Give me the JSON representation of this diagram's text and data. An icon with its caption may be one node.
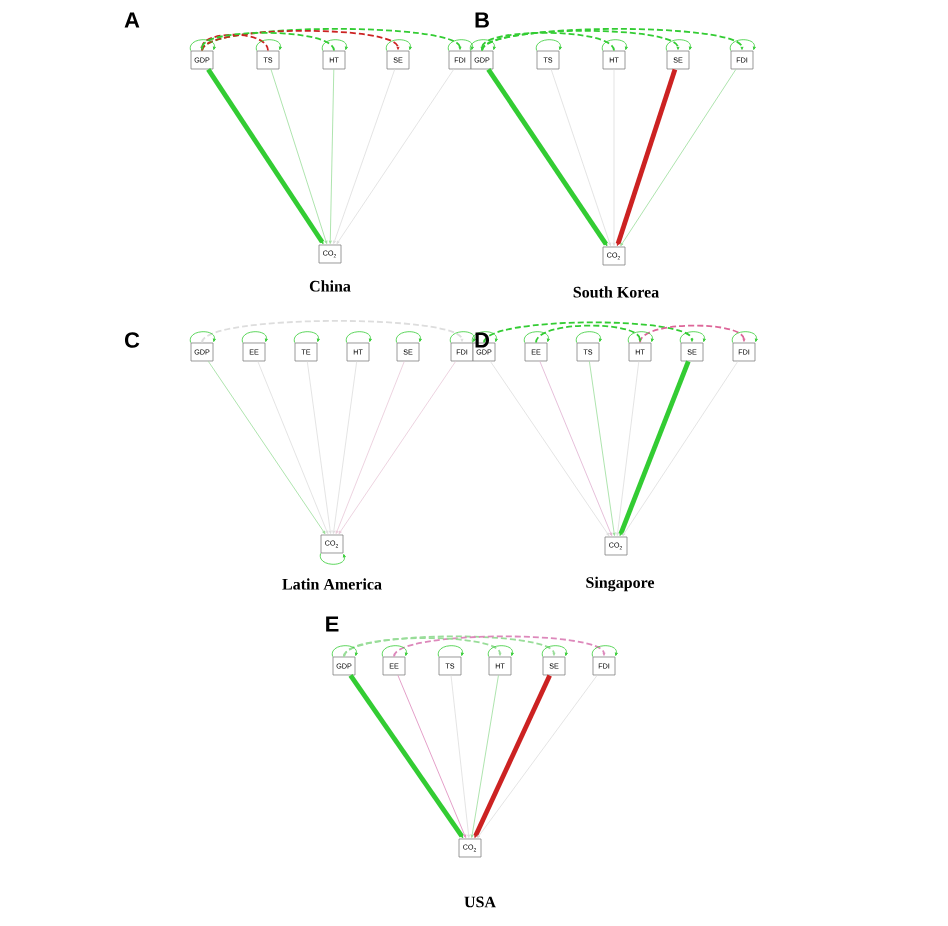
{
  "diagram": {
    "nodes": [
      {
        "text": [
          "GDP"
        ]
      },
      {
        "text": [
          "TS"
        ]
      },
      {
        "text": [
          "HT"
        ]
      },
      {
        "text": [
          "SE"
        ]
      },
      {
        "text": [
          "FDI"
        ]
      },
      {
        "text": [
          "CO$_{2}$"
        ]
      },
      {
        "text": [
          "GDP"
        ]
      },
      {
        "text": [
          "TS"
        ]
      },
      {
        "text": [
          "HT"
        ]
      },
      {
        "text": [
          "SE"
        ]
      },
      {
        "text": [
          "FDI"
        ]
      },
      {
        "text": [
          "CO$_{2}$"
        ]
      },
      {
        "text": [
          "GDP"
        ]
      },
      {
        "text": [
          "EE"
        ]
      },
      {
        "text": [
          "TE"
        ]
      },
      {
        "text": [
          "HT"
        ]
      },
      {
        "text": [
          "SE"
        ]
      },
      {
        "text": [
          "FDI"
        ]
      },
      {
        "text": [
          "CO$_{2}$"
        ]
      },
      {
        "text": [
          "GDP"
        ]
      },
      {
        "text": [
          "EE"
        ]
      },
      {
        "text": [
          "TS"
        ]
      },
      {
        "text": [
          "HT"
        ]
      },
      {
        "text": [
          "SE"
        ]
      },
      {
        "text": [
          "FDI"
        ]
      },
      {
        "text": [
          "CO$_{2}$"
        ]
      },
      {
        "text": [
          "GDP"
        ]
      },
      {
        "text": [
          "EE"
        ]
      },
      {
        "text": [
          "TS"
        ]
      },
      {
        "text": [
          "HT"
        ]
      },
      {
        "text": [
          "SE"
        ]
      },
      {
        "text": [
          "FDI"
        ]
      },
      {
        "text": [
          "CO$_{2}$"
        ]
      }
    ],
    "edges": [
      {
        "from": 0,
        "to": 5,
        "arrow": "to",
        "style": "thick",
        "color": "#33cc33"
      },
      {
        "from": 1,
        "to": 5,
        "arrow": "to",
        "color": "#99dd99"
      },
      {
        "from": 2,
        "to": 5,
        "arrow": "to",
        "color": "#99dd99"
      },
      {
        "from": 3,
        "to": 5,
        "arrow": "to",
        "color": "#dddddd"
      },
      {
        "from": 4,
        "to": 5,
        "arrow": "to",
        "color": "#dddddd"
      },
      {
        "from": 0,
        "to": 4,
        "arrow": "to",
        "style": "dashed",
        "color": "#33cc33"
      },
      {
        "from": 1,
        "to": 0,
        "arrow": "to",
        "style": "dashed",
        "color": "#cc2222"
      },
      {
        "from": 0,
        "to": 3,
        "arrow": "to",
        "style": "dashed",
        "color": "#cc2222"
      },
      {
        "from": 2,
        "to": 0,
        "arrow": "to",
        "style": "dashed",
        "color": "#33cc33"
      },
      {
        "from": 0,
        "to": 0,
        "arrow": "to",
        "color": "#33cc33"
      },
      {
        "from": 1,
        "to": 1,
        "arrow": "to",
        "color": "#33cc33"
      },
      {
        "from": 2,
        "to": 2,
        "arrow": "to",
        "color": "#33cc33"
      },
      {
        "from": 3,
        "to": 3,
        "arrow": "to",
        "color": "#33cc33"
      },
      {
        "from": 4,
        "to": 4,
        "arrow": "to",
        "color": "#33cc33"
      },
      {
        "from": 6,
        "to": 11,
        "arrow": "to",
        "style": "thick",
        "color": "#33cc33"
      },
      {
        "from": 7,
        "to": 11,
        "arrow": "to",
        "color": "#dddddd"
      },
      {
        "from": 8,
        "to": 11,
        "arrow": "to",
        "color": "#dddddd"
      },
      {
        "from": 9,
        "to": 11,
        "arrow": "to",
        "style": "thick",
        "color": "#cc2222"
      },
      {
        "from": 10,
        "to": 11,
        "arrow": "to",
        "color": "#99dd99"
      },
      {
        "from": 6,
        "to": 10,
        "arrow": "to",
        "style": "dashed",
        "color": "#33cc33"
      },
      {
        "from": 6,
        "to": 9,
        "arrow": "to",
        "style": "dashed",
        "color": "#33cc33"
      },
      {
        "from": 8,
        "to": 6,
        "arrow": "to",
        "style": "dashed",
        "color": "#33cc33"
      },
      {
        "from": 6,
        "to": 6,
        "arrow": "to",
        "color": "#33cc33"
      },
      {
        "from": 7,
        "to": 7,
        "arrow": "to",
        "color": "#33cc33"
      },
      {
        "from": 8,
        "to": 8,
        "arrow": "to",
        "color": "#33cc33"
      },
      {
        "from": 9,
        "to": 9,
        "arrow": "to",
        "color": "#33cc33"
      },
      {
        "from": 10,
        "to": 10,
        "arrow": "to",
        "color": "#33cc33"
      },
      {
        "from": 12,
        "to": 18,
        "arrow": "to",
        "color": "#99dd99"
      },
      {
        "from": 13,
        "to": 18,
        "arrow": "to",
        "color": "#dddddd"
      },
      {
        "from": 14,
        "to": 18,
        "arrow": "to",
        "color": "#dddddd"
      },
      {
        "from": 15,
        "to": 18,
        "arrow": "to",
        "color": "#dddddd"
      },
      {
        "from": 16,
        "to": 18,
        "arrow": "to",
        "color": "#e8c8d8"
      },
      {
        "from": 17,
        "to": 18,
        "arrow": "to",
        "color": "#e8c8d8"
      },
      {
        "from": 12,
        "to": 17,
        "arrow": "to",
        "style": "dashed",
        "color": "#dddddd"
      },
      {
        "from": 12,
        "to": 12,
        "arrow": "to",
        "color": "#33cc33"
      },
      {
        "from": 13,
        "to": 13,
        "arrow": "to",
        "color": "#33cc33"
      },
      {
        "from": 14,
        "to": 14,
        "arrow": "to",
        "color": "#33cc33"
      },
      {
        "from": 15,
        "to": 15,
        "arrow": "to",
        "color": "#33cc33"
      },
      {
        "from": 16,
        "to": 16,
        "arrow": "to",
        "color": "#33cc33"
      },
      {
        "from": 17,
        "to": 17,
        "arrow": "to",
        "color": "#33cc33"
      },
      {
        "from": 18,
        "to": 18,
        "arrow": "to",
        "color": "#33cc33"
      },
      {
        "from": 19,
        "to": 25,
        "arrow": "to",
        "color": "#dddddd"
      },
      {
        "from": 20,
        "to": 25,
        "arrow": "to",
        "color": "#e0b0d0"
      },
      {
        "from": 21,
        "to": 25,
        "arrow": "to",
        "color": "#99dd99"
      },
      {
        "from": 22,
        "to": 25,
        "arrow": "to",
        "color": "#dddddd"
      },
      {
        "from": 23,
        "to": 25,
        "arrow": "to",
        "style": "thick",
        "color": "#33cc33"
      },
      {
        "from": 24,
        "to": 25,
        "arrow": "to",
        "color": "#dddddd"
      },
      {
        "from": 19,
        "to": 23,
        "arrow": "to",
        "style": "dashed",
        "color": "#33cc33"
      },
      {
        "from": 22,
        "to": 24,
        "arrow": "to",
        "style": "dashed",
        "color": "#dd6699"
      },
      {
        "from": 20,
        "to": 22,
        "arrow": "to",
        "style": "dashed",
        "color": "#33cc33"
      },
      {
        "from": 19,
        "to": 19,
        "arrow": "to",
        "color": "#33cc33"
      },
      {
        "from": 20,
        "to": 20,
        "arrow": "to",
        "color": "#33cc33"
      },
      {
        "from": 21,
        "to": 21,
        "arrow": "to",
        "color": "#33cc33"
      },
      {
        "from": 22,
        "to": 22,
        "arrow": "to",
        "color": "#33cc33"
      },
      {
        "from": 23,
        "to": 23,
        "arrow": "to",
        "color": "#33cc33"
      },
      {
        "from": 24,
        "to": 24,
        "arrow": "to",
        "color": "#33cc33"
      },
      {
        "from": 26,
        "to": 32,
        "arrow": "to",
        "style": "thick",
        "color": "#33cc33"
      },
      {
        "from": 27,
        "to": 32,
        "arrow": "to",
        "color": "#dd88bb"
      },
      {
        "from": 28,
        "to": 32,
        "arrow": "to",
        "color": "#dddddd"
      },
      {
        "from": 29,
        "to": 32,
        "arrow": "to",
        "color": "#99dd99"
      },
      {
        "from": 30,
        "to": 32,
        "arrow": "to",
        "style": "thick",
        "color": "#cc2222"
      },
      {
        "from": 31,
        "to": 32,
        "arrow": "to",
        "color": "#dddddd"
      },
      {
        "from": 26,
        "to": 30,
        "arrow": "to",
        "style": "dashed",
        "color": "#99dd99"
      },
      {
        "from": 27,
        "to": 31,
        "arrow": "to",
        "style": "dashed",
        "color": "#dd88bb"
      },
      {
        "from": 26,
        "to": 29,
        "arrow": "to",
        "style": "dashed",
        "color": "#99dd99"
      },
      {
        "from": 26,
        "to": 26,
        "arrow": "to",
        "color": "#33cc33"
      },
      {
        "from": 27,
        "to": 27,
        "arrow": "to",
        "color": "#33cc33"
      },
      {
        "from": 28,
        "to": 28,
        "arrow": "to",
        "color": "#33cc33"
      },
      {
        "from": 29,
        "to": 29,
        "arrow": "to",
        "color": "#33cc33"
      },
      {
        "from": 30,
        "to": 30,
        "arrow": "to",
        "color": "#33cc33"
      },
      {
        "from": 31,
        "to": 31,
        "arrow": "to",
        "color": "#33cc33"
      }
    ],
    "labels": [
      "A",
      "B",
      "China",
      "South Korea",
      "C",
      "D",
      "Latin America",
      "Singapore",
      "E",
      "USA"
    ]
  }
}
